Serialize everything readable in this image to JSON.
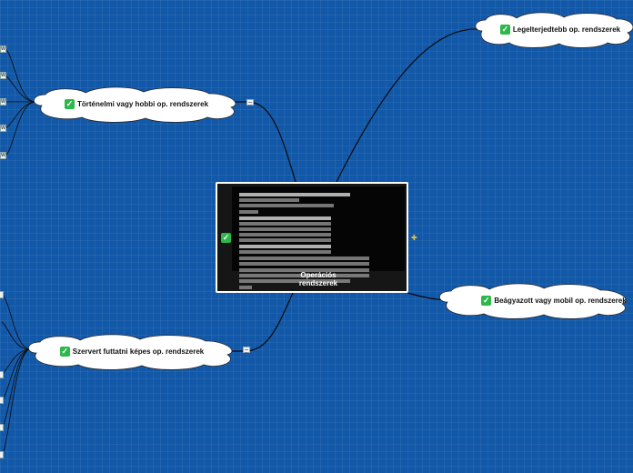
{
  "center": {
    "title_line1": "Operációs",
    "title_line2": "rendszerek",
    "check": "✓"
  },
  "topics": {
    "popular": {
      "label": "Legelterjedtebb op. rendszerek"
    },
    "historic": {
      "label": "Történelmi vagy hobbi op. rendszerek"
    },
    "embedded": {
      "label": "Beágyazott vagy mobil op. rendszerek"
    },
    "server": {
      "label": "Szervert futtatni képes op. rendszerek"
    }
  },
  "icons": {
    "check": "check-icon",
    "note": "note-icon",
    "pin": "pin-icon"
  },
  "colors": {
    "background": "#1258a8",
    "connector": "#0a0a0a",
    "check": "#2db84a",
    "cloud": "#ffffff"
  }
}
